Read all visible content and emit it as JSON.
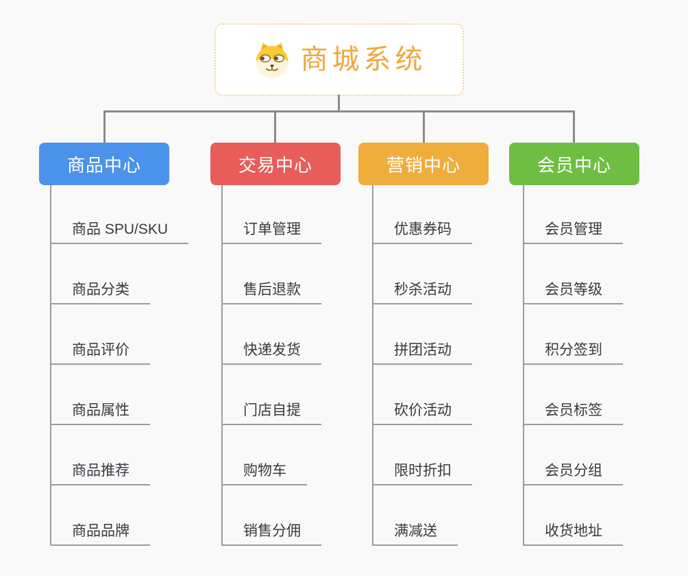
{
  "canvas": {
    "background": "#F9F9F9"
  },
  "root": {
    "title": "商城系统",
    "title_color": "#F1A73C",
    "border_color": "#F5CE8F",
    "icon": "dog-face-icon"
  },
  "connectors": {
    "trunk_color": "#8A8A8A",
    "child_line_color": "#9B9B9B"
  },
  "leaf_text_color": "#363A3F",
  "branches": [
    {
      "label": "商品中心",
      "color": "#4B92EA",
      "items": [
        "商品 SPU/SKU",
        "商品分类",
        "商品评价",
        "商品属性",
        "商品推荐",
        "商品品牌"
      ]
    },
    {
      "label": "交易中心",
      "color": "#E65D5A",
      "items": [
        "订单管理",
        "售后退款",
        "快递发货",
        "门店自提",
        "购物车",
        "销售分佣"
      ]
    },
    {
      "label": "营销中心",
      "color": "#EFAD3C",
      "items": [
        "优惠券码",
        "秒杀活动",
        "拼团活动",
        "砍价活动",
        "限时折扣",
        "满减送"
      ]
    },
    {
      "label": "会员中心",
      "color": "#6FBE44",
      "items": [
        "会员管理",
        "会员等级",
        "积分签到",
        "会员标签",
        "会员分组",
        "收货地址"
      ]
    }
  ]
}
